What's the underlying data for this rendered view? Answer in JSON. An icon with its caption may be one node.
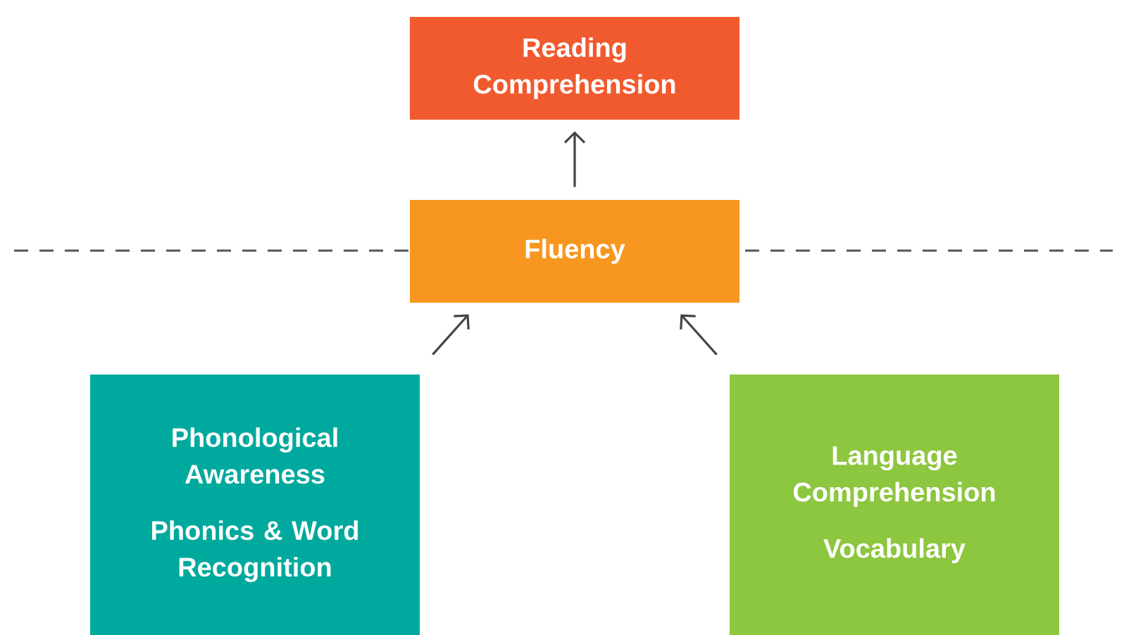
{
  "diagram": {
    "nodes": [
      {
        "text": [
          "Reading Comprehension"
        ]
      },
      {
        "text": [
          "Fluency"
        ]
      },
      {
        "text": [
          "Phonological Awareness",
          "Phonics & Word Recognition"
        ]
      },
      {
        "text": [
          "Language Comprehension",
          "Vocabulary"
        ]
      }
    ],
    "edges": [
      {
        "from": 1,
        "to": 0,
        "arrow": "to"
      },
      {
        "from": 2,
        "to": 1,
        "arrow": "to"
      },
      {
        "from": 3,
        "to": 1,
        "arrow": "to"
      }
    ]
  }
}
